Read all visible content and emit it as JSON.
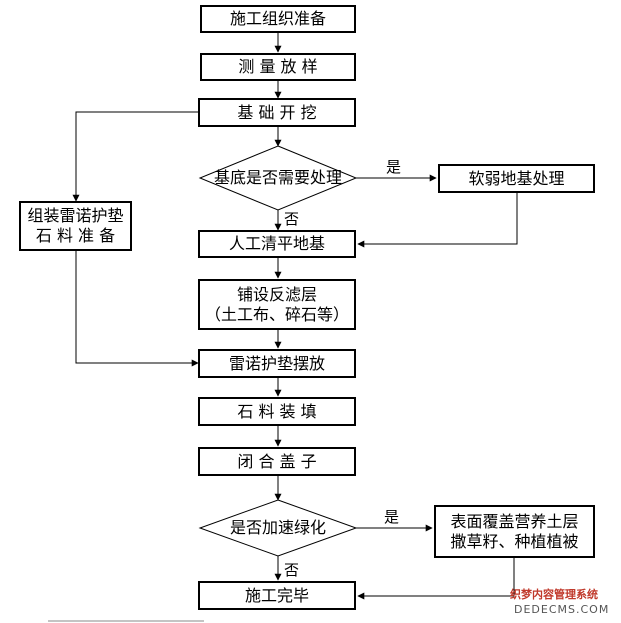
{
  "nodes": {
    "organize": "施工组织准备",
    "survey": "测 量 放 样",
    "excavate": "基 础 开 挖",
    "decision_base": "基底是否需要处理",
    "soft_base": "软弱地基处理",
    "assemble": "组装雷诺护垫\n石 料 准 备",
    "clean_base": "人工清平地基",
    "filter_layer": "铺设反滤层\n（土工布、碎石等）",
    "place_mat": "雷诺护垫摆放",
    "fill_stone": "石 料 装 填",
    "close_lid": "闭 合 盖 子",
    "decision_green": "是否加速绿化",
    "topsoil": "表面覆盖营养土层\n撒草籽、种植植被",
    "finish": "施工完毕"
  },
  "edge_labels": {
    "yes_1": "是",
    "no_1": "否",
    "yes_2": "是",
    "no_2": "否"
  },
  "watermark": {
    "line1": "织梦内容管理系统",
    "line2": "DEDECMS.COM"
  },
  "colors": {
    "line": "#000000",
    "background": "#ffffff",
    "watermark": "#c0392b"
  }
}
